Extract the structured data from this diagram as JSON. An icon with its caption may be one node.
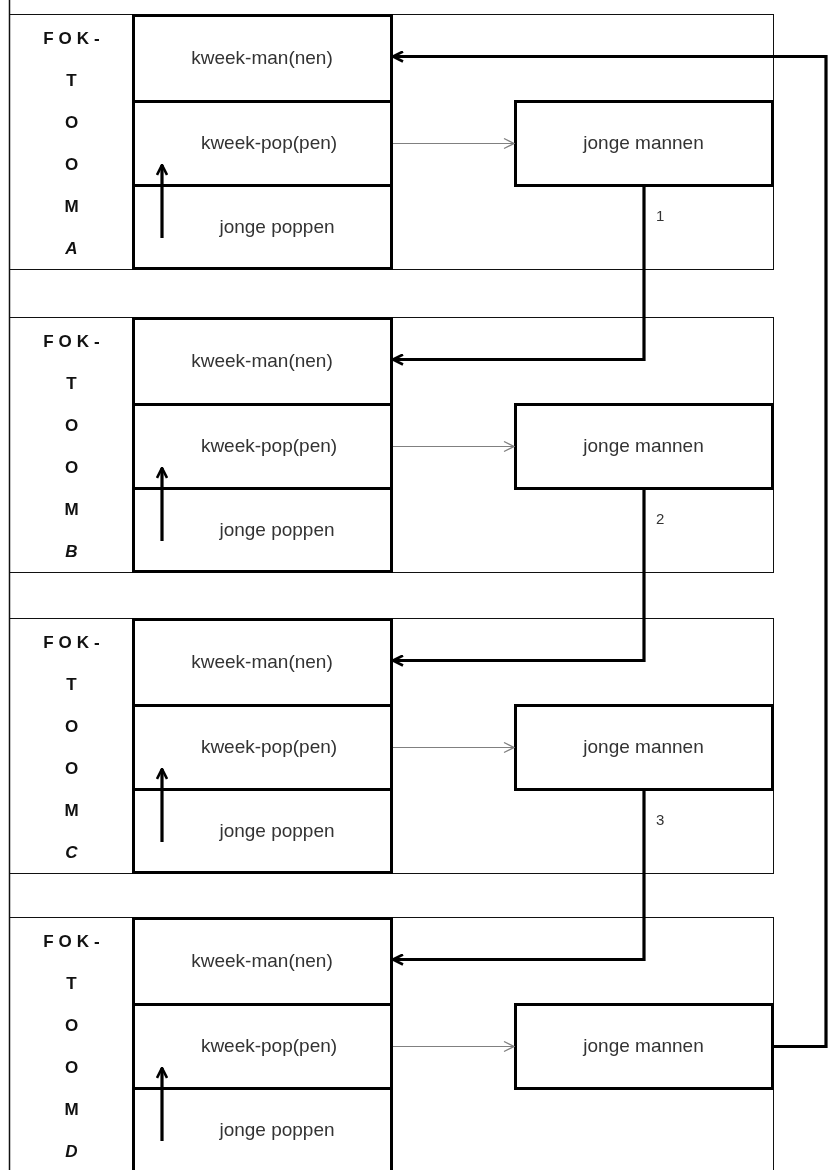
{
  "diagram": {
    "nodes": [
      {
        "text": [
          "FOK- T O O M *A*"
        ]
      },
      {
        "text": [
          "kweek-man(nen)"
        ],
        "in": 0
      },
      {
        "text": [
          "kweek-pop(pen)"
        ],
        "in": 0
      },
      {
        "text": [
          "jonge poppen"
        ],
        "in": 0
      },
      {
        "text": [
          "jonge mannen"
        ],
        "in": 0
      },
      {
        "text": [
          "FOK- T O O M *B*"
        ]
      },
      {
        "text": [
          "kweek-man(nen)"
        ],
        "in": 5
      },
      {
        "text": [
          "kweek-pop(pen)"
        ],
        "in": 5
      },
      {
        "text": [
          "jonge poppen"
        ],
        "in": 5
      },
      {
        "text": [
          "jonge mannen"
        ],
        "in": 5
      },
      {
        "text": [
          "FOK- T O O M *C*"
        ]
      },
      {
        "text": [
          "kweek-man(nen)"
        ],
        "in": 10
      },
      {
        "text": [
          "kweek-pop(pen)"
        ],
        "in": 10
      },
      {
        "text": [
          "jonge poppen"
        ],
        "in": 10
      },
      {
        "text": [
          "jonge mannen"
        ],
        "in": 10
      },
      {
        "text": [
          "FOK- T O O M *D*"
        ]
      },
      {
        "text": [
          "kweek-man(nen)"
        ],
        "in": 15
      },
      {
        "text": [
          "kweek-pop(pen)"
        ],
        "in": 15
      },
      {
        "text": [
          "jonge poppen"
        ],
        "in": 15
      },
      {
        "text": [
          "jonge mannen"
        ],
        "in": 15
      }
    ],
    "edges": [
      {
        "from": 2,
        "to": 4,
        "arrow": "to",
        "color": "#808080"
      },
      {
        "from": 3,
        "to": 2,
        "arrow": "to"
      },
      {
        "from": 7,
        "to": 9,
        "arrow": "to",
        "color": "#808080"
      },
      {
        "from": 8,
        "to": 7,
        "arrow": "to"
      },
      {
        "from": 12,
        "to": 14,
        "arrow": "to",
        "color": "#808080"
      },
      {
        "from": 13,
        "to": 12,
        "arrow": "to"
      },
      {
        "from": 17,
        "to": 19,
        "arrow": "to",
        "color": "#808080"
      },
      {
        "from": 18,
        "to": 17,
        "arrow": "to"
      },
      {
        "from": 4,
        "to": 6,
        "arrow": "to",
        "label": "1"
      },
      {
        "from": 9,
        "to": 11,
        "arrow": "to",
        "label": "2"
      },
      {
        "from": 14,
        "to": 16,
        "arrow": "to",
        "label": "3"
      },
      {
        "from": 19,
        "to": 1,
        "arrow": "to"
      }
    ]
  }
}
